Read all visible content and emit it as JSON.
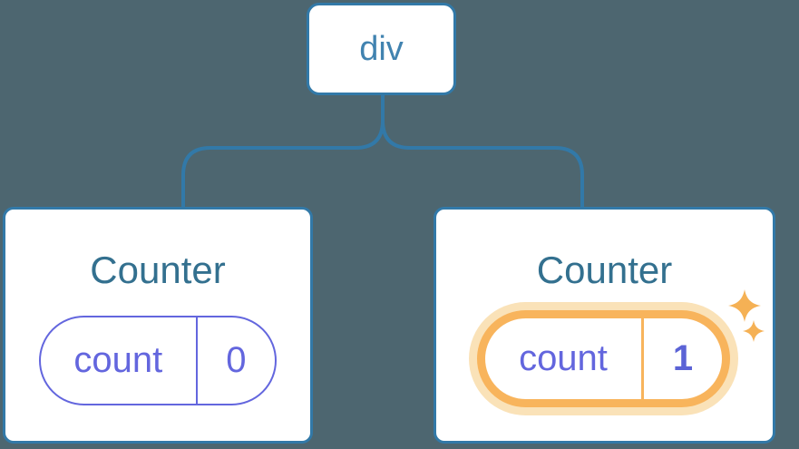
{
  "diagram": {
    "root": {
      "label": "div"
    },
    "cards": [
      {
        "title": "Counter",
        "state": {
          "label": "count",
          "value": "0"
        },
        "highlighted": false
      },
      {
        "title": "Counter",
        "state": {
          "label": "count",
          "value": "1"
        },
        "highlighted": true
      }
    ]
  },
  "icons": {
    "sparkles": "sparkles-icon"
  },
  "colors": {
    "background": "#4D6670",
    "stroke_blue": "#3279A8",
    "node_text_blue": "#4183B0",
    "title_blue": "#33708F",
    "state_purple": "#6366DE",
    "value_purple_bold": "#5B63D6",
    "highlight_orange": "#F8B45C",
    "highlight_halo": "#FAE2B8",
    "sparkle_orange": "#F5B155",
    "card_bg": "#FFFFFF"
  }
}
